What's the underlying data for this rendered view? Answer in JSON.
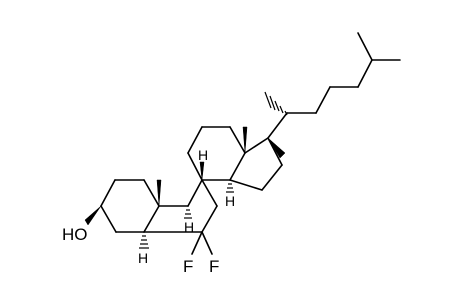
{
  "molecule": {
    "labels": {
      "hydroxyl": "HO",
      "h5": "H",
      "h8": "H",
      "h9": "H",
      "h14": "H",
      "f1": "F",
      "f2": "F"
    }
  },
  "colors": {
    "ink": "#000000",
    "background": "#ffffff"
  }
}
